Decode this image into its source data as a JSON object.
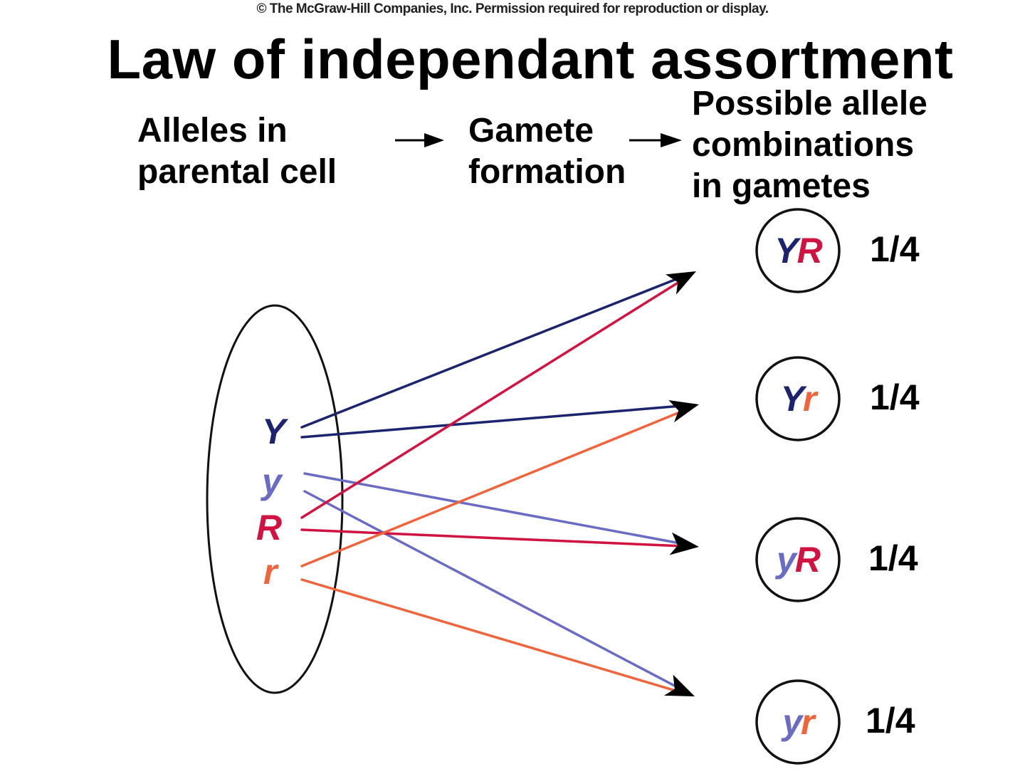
{
  "copyright": "© The McGraw-Hill Companies, Inc.  Permission required for reproduction or display.",
  "title": "Law of independant assortment",
  "headings": {
    "parental": [
      "Alleles in",
      "parental cell"
    ],
    "gamete": [
      "Gamete",
      "formation"
    ],
    "combinations": [
      "Possible allele",
      "combinations",
      "in gametes"
    ]
  },
  "colors": {
    "Y": "#1c2470",
    "y": "#6a6cc4",
    "R": "#d11341",
    "r": "#f0643c",
    "outline": "#111111"
  },
  "alleles": [
    "Y",
    "y",
    "R",
    "r"
  ],
  "gametes": [
    {
      "first": "Y",
      "second": "R",
      "probability": "1/4"
    },
    {
      "first": "Y",
      "second": "r",
      "probability": "1/4"
    },
    {
      "first": "y",
      "second": "R",
      "probability": "1/4"
    },
    {
      "first": "y",
      "second": "r",
      "probability": "1/4"
    }
  ],
  "connections": [
    {
      "from": "Y",
      "to": 0
    },
    {
      "from": "Y",
      "to": 1
    },
    {
      "from": "y",
      "to": 2
    },
    {
      "from": "y",
      "to": 3
    },
    {
      "from": "R",
      "to": 0
    },
    {
      "from": "R",
      "to": 2
    },
    {
      "from": "r",
      "to": 1
    },
    {
      "from": "r",
      "to": 3
    }
  ]
}
